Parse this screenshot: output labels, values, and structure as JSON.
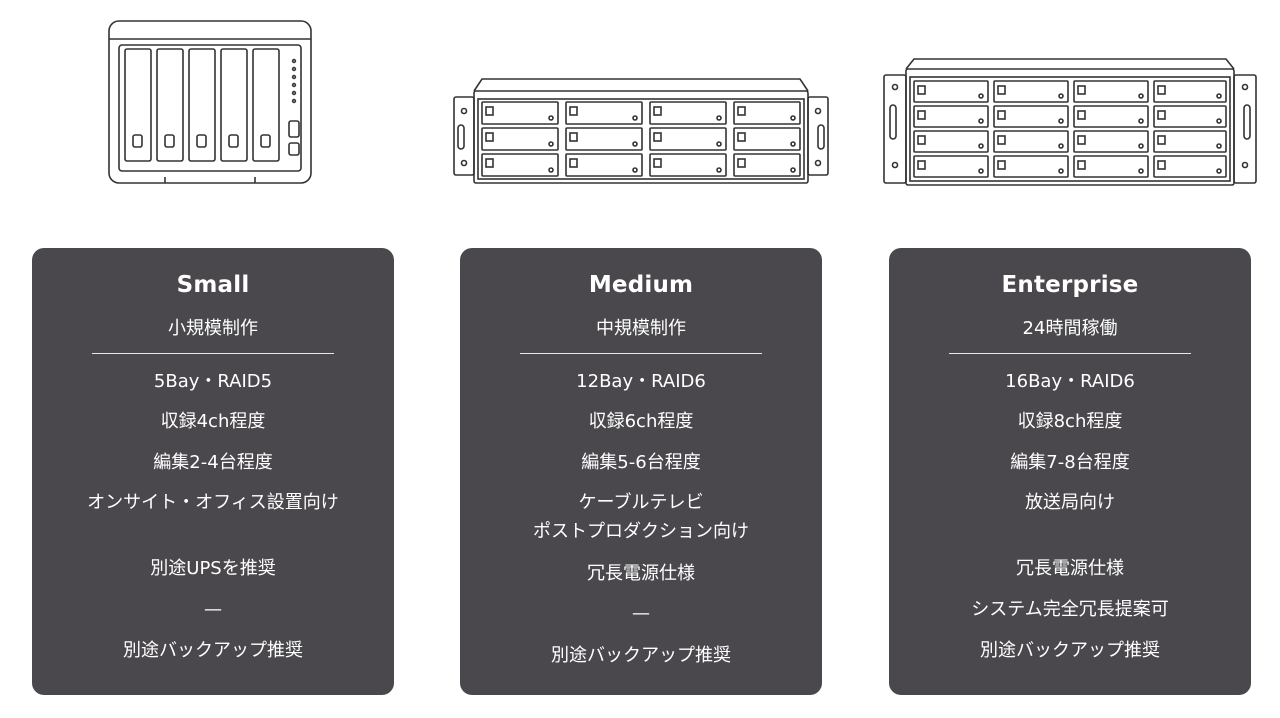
{
  "tiers": [
    {
      "title": "Small",
      "subtitle": "小規模制作",
      "specs": [
        [
          "5Bay・RAID5"
        ],
        [
          "収録4ch程度"
        ],
        [
          "編集2-4台程度"
        ],
        [
          "オンサイト・オフィス設置向け"
        ],
        [
          "別途UPSを推奨"
        ],
        [
          "—"
        ],
        [
          "別途バックアップ推奨"
        ]
      ]
    },
    {
      "title": "Medium",
      "subtitle": "中規模制作",
      "specs": [
        [
          "12Bay・RAID6"
        ],
        [
          "収録6ch程度"
        ],
        [
          "編集5-6台程度"
        ],
        [
          "ケーブルテレビ",
          "ポストプロダクション向け"
        ],
        [
          "冗長電源仕様"
        ],
        [
          "—"
        ],
        [
          "別途バックアップ推奨"
        ]
      ]
    },
    {
      "title": "Enterprise",
      "subtitle": "24時間稼働",
      "specs": [
        [
          "16Bay・RAID6"
        ],
        [
          "収録8ch程度"
        ],
        [
          "編集7-8台程度"
        ],
        [
          "放送局向け"
        ],
        [
          "冗長電源仕様"
        ],
        [
          "システム完全冗長提案可"
        ],
        [
          "別途バックアップ推奨"
        ]
      ]
    }
  ],
  "colors": {
    "card_background": "#4a484c",
    "card_text": "#ffffff",
    "page_background": "#ffffff",
    "illustration_stroke": "#333333"
  }
}
